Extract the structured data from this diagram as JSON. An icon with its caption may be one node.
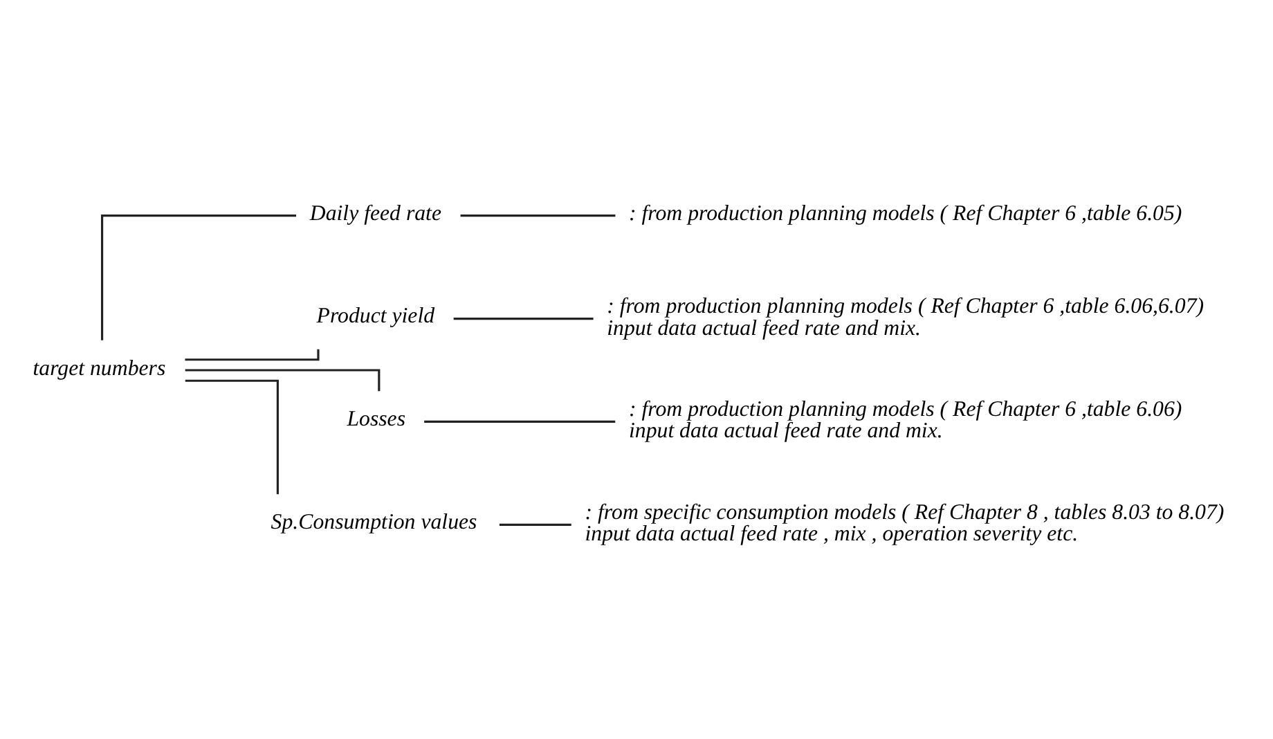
{
  "diagram": {
    "nodes": [
      {
        "text": [
          "target numbers"
        ]
      },
      {
        "text": [
          "Daily feed rate"
        ]
      },
      {
        "text": [
          ": from production planning models ( Ref Chapter 6 ,table 6.05)"
        ]
      },
      {
        "text": [
          "Product yield"
        ]
      },
      {
        "text": [
          ": from production planning models ( Ref Chapter 6 ,table 6.06,6.07)",
          "input data actual feed rate and mix."
        ]
      },
      {
        "text": [
          "Losses"
        ]
      },
      {
        "text": [
          ": from production planning models ( Ref Chapter 6 ,table 6.06)",
          "input data actual feed rate and mix."
        ]
      },
      {
        "text": [
          "Sp.Consumption values"
        ]
      },
      {
        "text": [
          ": from specific consumption models ( Ref Chapter 8 , tables 8.03 to 8.07)",
          "input data actual feed rate , mix , operation severity etc."
        ]
      }
    ],
    "edges": [
      {
        "from": 0,
        "to": 1,
        "arrow": "none"
      },
      {
        "from": 0,
        "to": 3,
        "arrow": "none"
      },
      {
        "from": 0,
        "to": 5,
        "arrow": "none"
      },
      {
        "from": 0,
        "to": 7,
        "arrow": "none"
      },
      {
        "from": 1,
        "to": 2,
        "arrow": "none"
      },
      {
        "from": 3,
        "to": 4,
        "arrow": "none"
      },
      {
        "from": 5,
        "to": 6,
        "arrow": "none"
      },
      {
        "from": 7,
        "to": 8,
        "arrow": "none"
      }
    ]
  }
}
